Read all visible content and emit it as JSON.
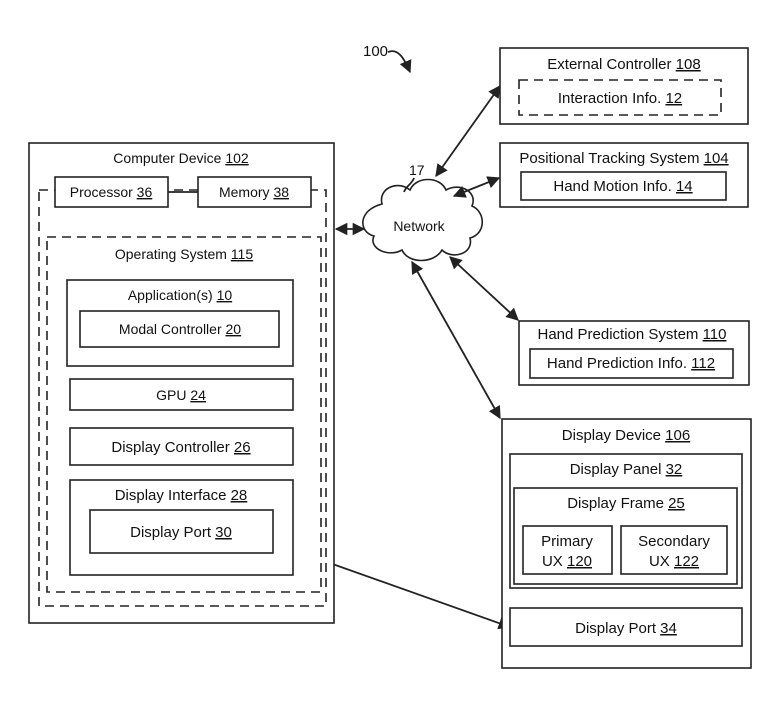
{
  "figure": {
    "ref": "100",
    "network_ref": "17"
  },
  "network": {
    "label": "Network"
  },
  "computer_device": {
    "title": "Computer Device",
    "num": "102",
    "processor": {
      "label": "Processor",
      "num": "36"
    },
    "memory": {
      "label": "Memory",
      "num": "38"
    },
    "os": {
      "label": "Operating System",
      "num": "115"
    },
    "applications": {
      "label": "Application(s)",
      "num": "10"
    },
    "modal_controller": {
      "label": "Modal Controller",
      "num": "20"
    },
    "gpu": {
      "label": "GPU",
      "num": "24"
    },
    "display_controller": {
      "label": "Display Controller",
      "num": "26"
    },
    "display_interface": {
      "label": "Display Interface",
      "num": "28"
    },
    "display_port": {
      "label": "Display Port",
      "num": "30"
    }
  },
  "external_controller": {
    "title": "External Controller",
    "num": "108",
    "info": {
      "label": "Interaction Info.",
      "num": "12"
    }
  },
  "positional_tracking": {
    "title": "Positional Tracking System",
    "num": "104",
    "info": {
      "label": "Hand Motion Info.",
      "num": "14"
    }
  },
  "hand_prediction": {
    "title": "Hand Prediction System",
    "num": "110",
    "info": {
      "label": "Hand Prediction Info.",
      "num": "112"
    }
  },
  "display_device": {
    "title": "Display Device",
    "num": "106",
    "panel": {
      "label": "Display Panel",
      "num": "32"
    },
    "frame": {
      "label": "Display Frame",
      "num": "25"
    },
    "primary": {
      "label": "Primary",
      "ux": "UX",
      "num": "120"
    },
    "secondary": {
      "label": "Secondary",
      "ux": "UX",
      "num": "122"
    },
    "port": {
      "label": "Display Port",
      "num": "34"
    }
  }
}
